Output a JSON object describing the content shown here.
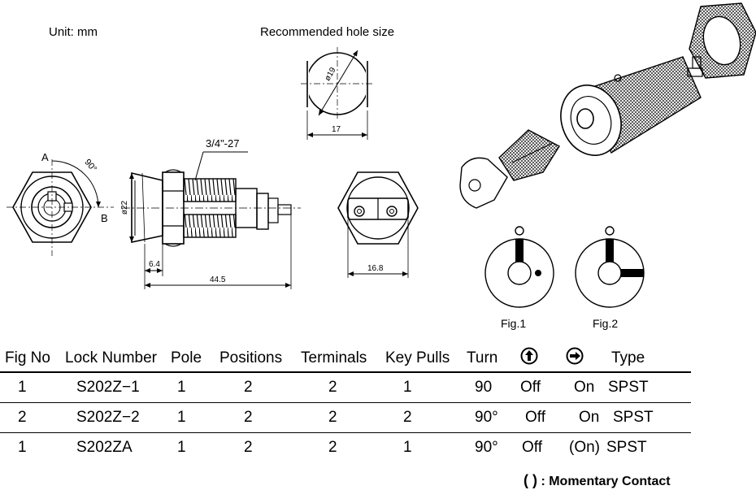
{
  "labels": {
    "unit": "Unit: mm",
    "recommended": "Recommended hole size",
    "hole_dia": "ø19",
    "hole_width": "17",
    "thread": "3/4\"-27",
    "angle": "90°",
    "point_a": "A",
    "point_b": "B",
    "body_dia": "ø22",
    "dim_64": "6.4",
    "dim_445": "44.5",
    "dim_168": "16.8",
    "fig1": "Fig.1",
    "fig2": "Fig.2"
  },
  "table": {
    "headers": [
      "Fig No",
      "Lock Number",
      "Pole",
      "Positions",
      "Terminals",
      "Key Pulls",
      "Turn",
      "",
      "",
      "Type"
    ],
    "rows": [
      [
        "1",
        "S202Z−1",
        "1",
        "2",
        "2",
        "1",
        "90",
        "Off",
        "On",
        "SPST"
      ],
      [
        "2",
        "S202Z−2",
        "1",
        "2",
        "2",
        "2",
        "90°",
        "Off",
        "On",
        "SPST"
      ],
      [
        "1",
        "S202ZA",
        "1",
        "2",
        "2",
        "1",
        "90°",
        "Off",
        "(On)",
        "SPST"
      ]
    ]
  },
  "icons": {
    "up_arrow": "circle-up-arrow-icon",
    "right_arrow": "circle-right-arrow-icon"
  },
  "note": {
    "paren": "(   )",
    "text": ": Momentary Contact"
  }
}
